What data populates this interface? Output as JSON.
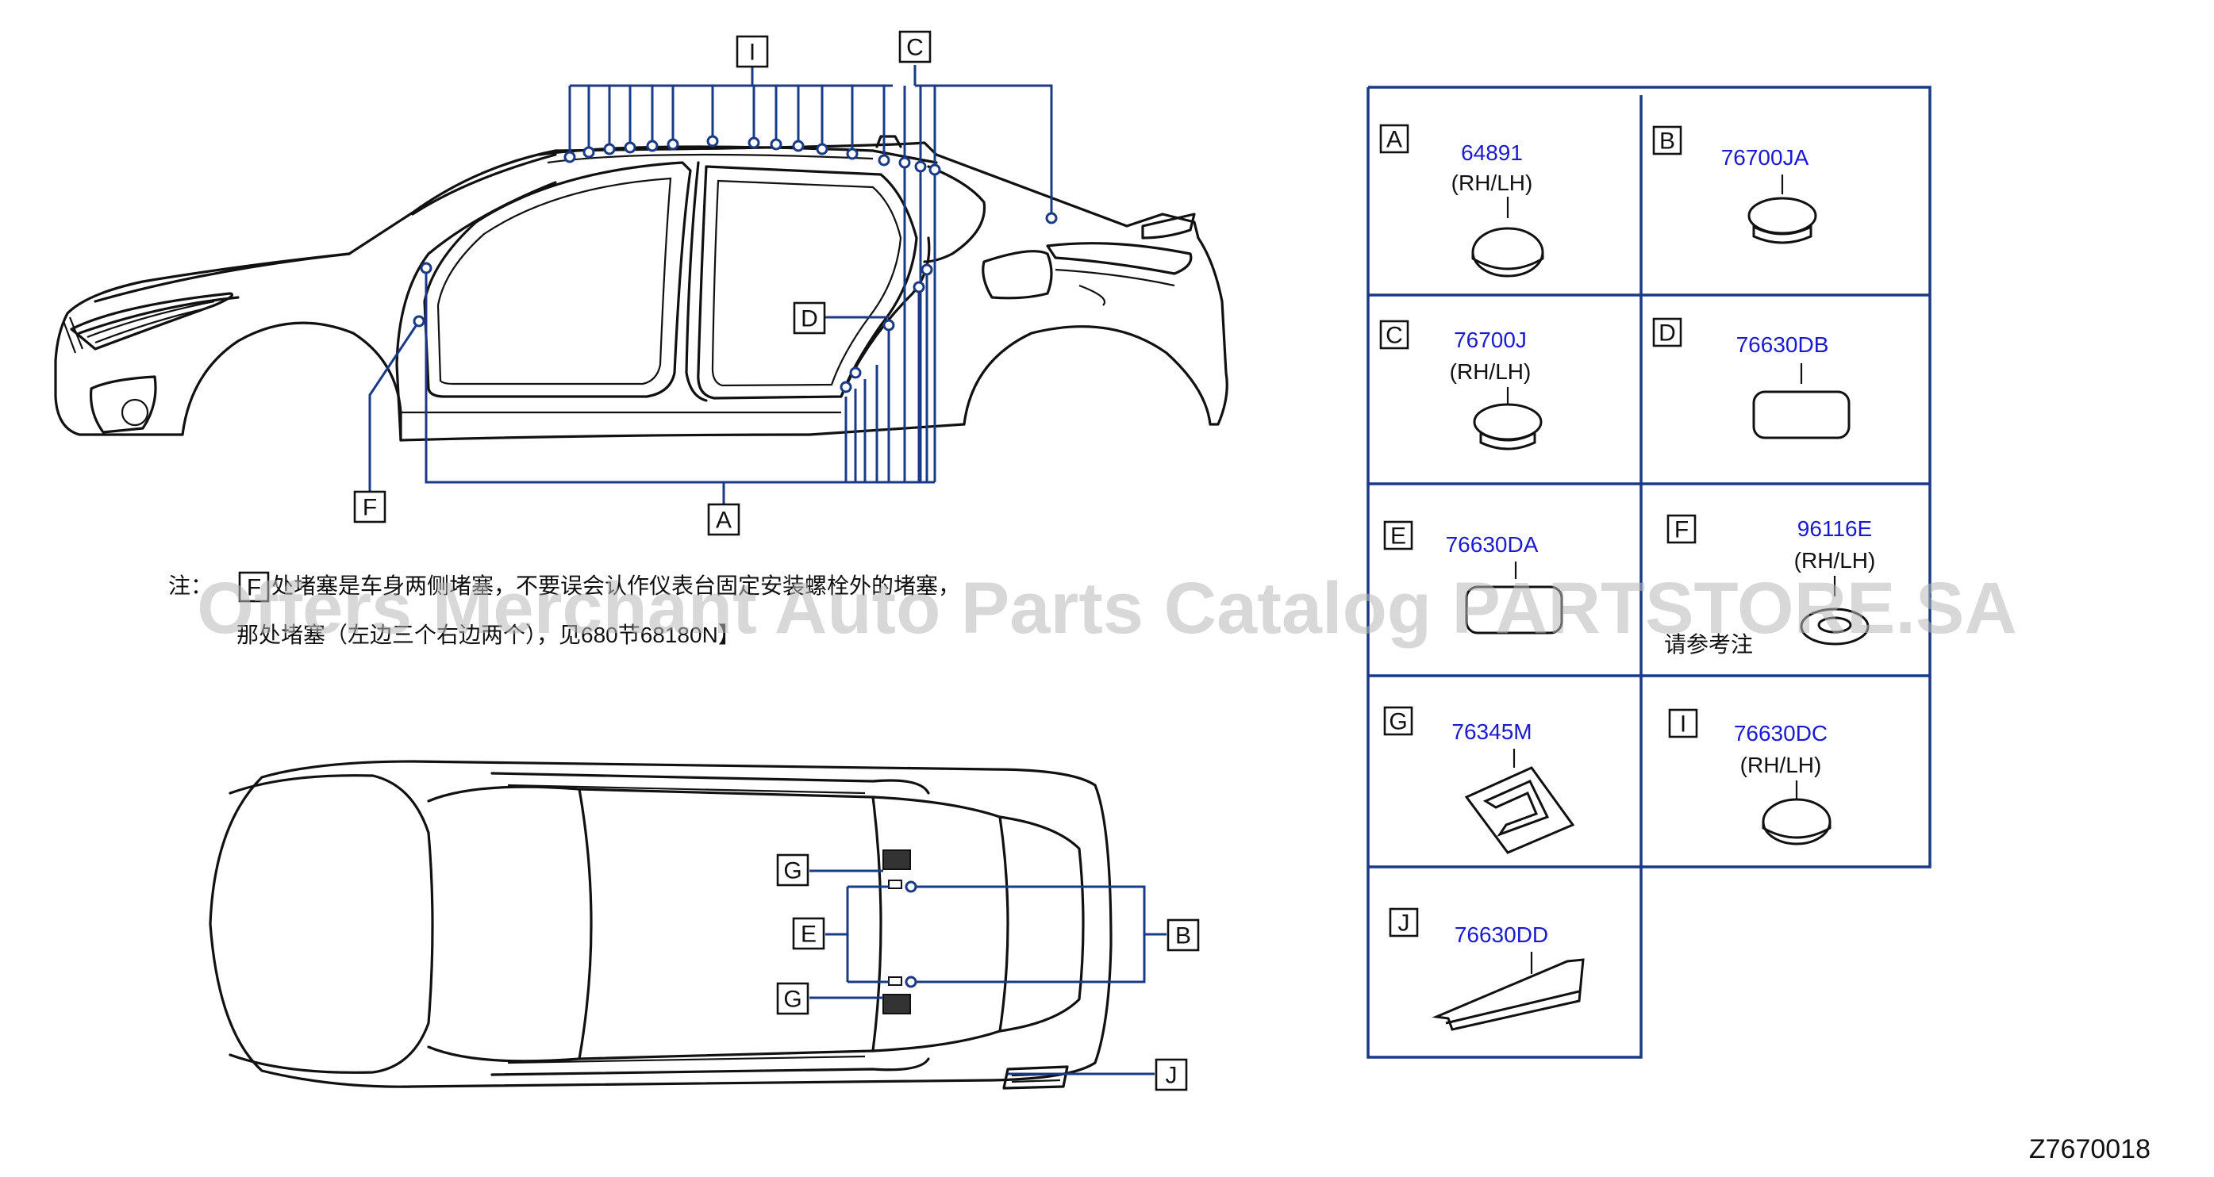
{
  "callouts": {
    "I": "I",
    "C": "C",
    "D": "D",
    "F": "F",
    "A": "A",
    "G1": "G",
    "G2": "G",
    "E": "E",
    "B": "B",
    "J": "J"
  },
  "parts_table": [
    {
      "letter": "A",
      "part_no": "64891",
      "side": "(RH/LH)"
    },
    {
      "letter": "B",
      "part_no": "76700JA",
      "side": ""
    },
    {
      "letter": "C",
      "part_no": "76700J",
      "side": "(RH/LH)"
    },
    {
      "letter": "D",
      "part_no": "76630DB",
      "side": ""
    },
    {
      "letter": "E",
      "part_no": "76630DA",
      "side": ""
    },
    {
      "letter": "F",
      "part_no": "96116E",
      "side": "(RH/LH)",
      "note": "请参考注"
    },
    {
      "letter": "G",
      "part_no": "76345M",
      "side": ""
    },
    {
      "letter": "I",
      "part_no": "76630DC",
      "side": "(RH/LH)"
    },
    {
      "letter": "J",
      "part_no": "76630DD",
      "side": ""
    }
  ],
  "note": {
    "prefix": "注：",
    "box_letter": "F",
    "line1": "处堵塞是车身两侧堵塞，不要误会认作仪表台固定安装螺栓外的堵塞，",
    "line2": "那处堵塞（左边三个右边两个），见680节68180N】"
  },
  "watermark": "Offers Merchant Auto Parts Catalog PARTSTORE.SA",
  "diagram_code": "Z7670018",
  "colors": {
    "leader": "#1a3a86",
    "part_number": "#1a1ad0",
    "line": "#111111"
  }
}
